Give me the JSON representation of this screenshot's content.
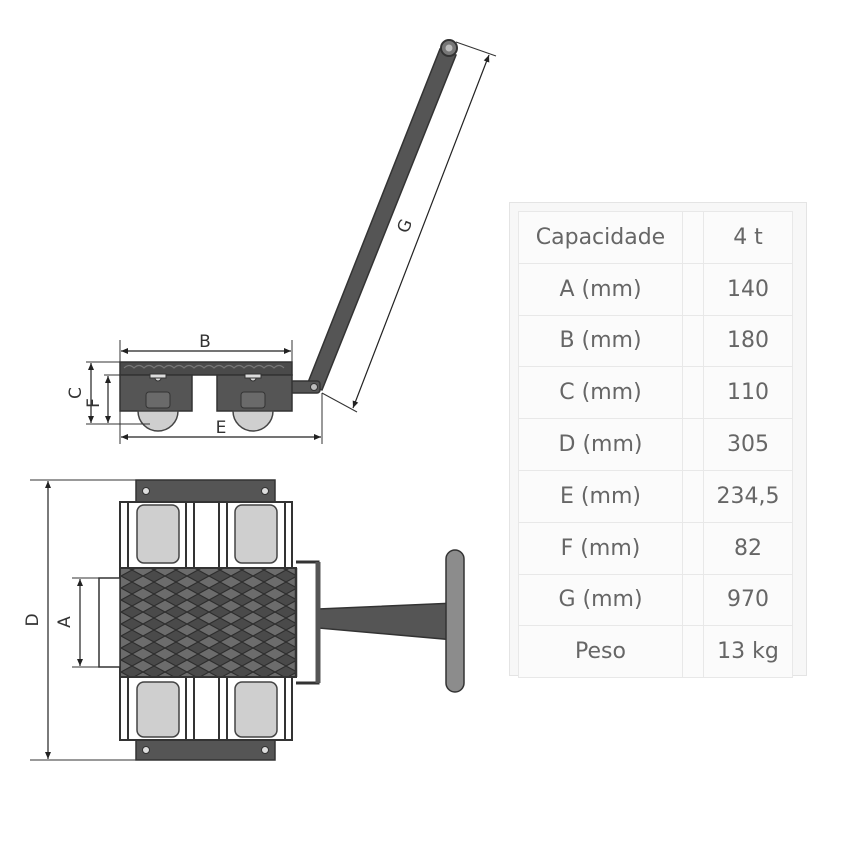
{
  "dimension_labels": {
    "A": "A",
    "B": "B",
    "C": "C",
    "D": "D",
    "E": "E",
    "F": "F",
    "G": "G"
  },
  "spec_table": {
    "rows": [
      {
        "label": "Capacidade",
        "value": "4 t"
      },
      {
        "label": "A (mm)",
        "value": "140"
      },
      {
        "label": "B (mm)",
        "value": "180"
      },
      {
        "label": "C (mm)",
        "value": "110"
      },
      {
        "label": "D (mm)",
        "value": "305"
      },
      {
        "label": "E (mm)",
        "value": "234,5"
      },
      {
        "label": "F (mm)",
        "value": "82"
      },
      {
        "label": "G (mm)",
        "value": "970"
      },
      {
        "label": "Peso",
        "value": "13 kg"
      }
    ]
  },
  "colors": {
    "body": "#555555",
    "outline": "#333333",
    "wheel": "#cfcfcf",
    "handle_grip": "#8c8c8c",
    "table_text": "#666666"
  }
}
